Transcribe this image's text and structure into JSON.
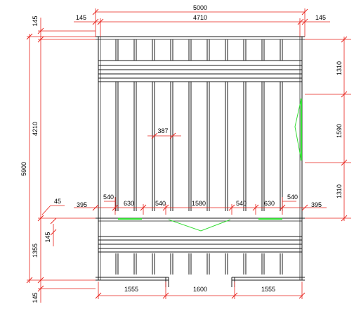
{
  "colors": {
    "dimension": "#e8201a",
    "structure": "#1a1a1a",
    "doors": "#33dd33",
    "background": "#ffffff"
  },
  "dimensions": {
    "top_overall": "5000",
    "top_inner": "4710",
    "top_left_offset": "145",
    "top_right_offset": "145",
    "left_overall": "5900",
    "left_upper": "4210",
    "left_lower": "1355",
    "left_top_offset": "145",
    "left_bottom_offset": "145",
    "beam_offset_label": "45",
    "beam_offset_small": "145",
    "right_upper": "1310",
    "right_door": "1590",
    "right_lower": "1310",
    "bar_spacing": "387",
    "row_395_left": "395",
    "row_540_left": "540",
    "row_630_left": "630",
    "row_540_mid_left": "540",
    "row_1580": "1580",
    "row_540_mid_right": "540",
    "row_630_right": "630",
    "row_540_right": "540",
    "row_395_right": "395",
    "bottom_left": "1555",
    "bottom_mid": "1600",
    "bottom_right": "1555"
  }
}
